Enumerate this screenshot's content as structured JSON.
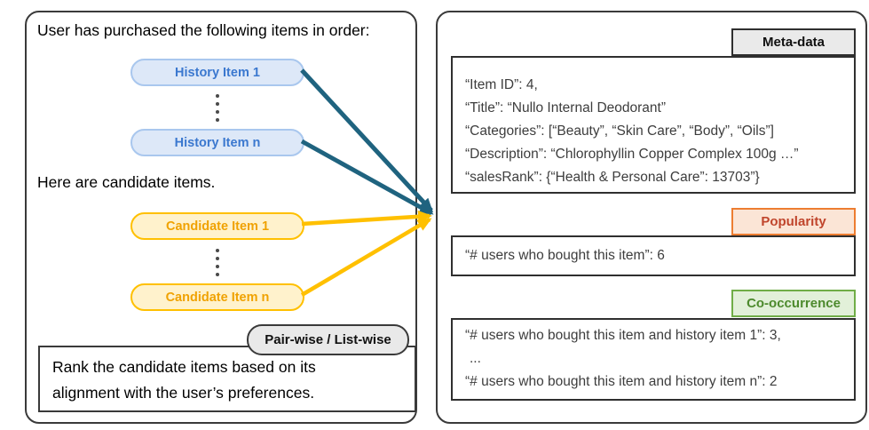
{
  "figure": {
    "left_panel": {
      "intro_text": "User has purchased the following items in order:",
      "history_items": [
        {
          "label": "History Item 1"
        },
        {
          "label": "History Item n"
        }
      ],
      "candidate_intro": "Here are candidate items.",
      "candidate_items": [
        {
          "label": "Candidate Item 1"
        },
        {
          "label": "Candidate Item n"
        }
      ],
      "method_tag": "Pair-wise / List-wise",
      "instruction_lines": [
        "Rank the candidate items based on its",
        "alignment with the user’s preferences."
      ]
    },
    "right_panel": {
      "sections": [
        {
          "label": "Meta-data",
          "lines": [
            "“Item ID”: 4,",
            "“Title”: “Nullo Internal Deodorant”",
            "“Categories”: [“Beauty”, “Skin Care”, “Body”, “Oils”]",
            "“Description”: “Chlorophyllin Copper Complex 100g …”",
            "“salesRank”: {“Health & Personal Care”: 13703”}"
          ]
        },
        {
          "label": "Popularity",
          "lines": [
            "“# users who bought this item”: 6"
          ]
        },
        {
          "label": "Co-occurrence",
          "lines": [
            "“# users who bought this item and history item 1”: 3,",
            "...",
            "“# users who bought this item and history item n”: 2"
          ]
        }
      ]
    },
    "colors": {
      "history_pill_fill": "#dde8f8",
      "history_pill_border": "#a9c7ee",
      "history_text": "#3b78cf",
      "candidate_pill_fill": "#fff2cc",
      "candidate_pill_border": "#ffc000",
      "candidate_text": "#f0a202",
      "history_arrow": "#1f637f",
      "candidate_arrow": "#ffc000",
      "metadata_label_fill": "#eaeaea",
      "popularity_label_fill": "#fbe5d6",
      "popularity_label_border": "#ed7d31",
      "popularity_text": "#c0452c",
      "cooccurrence_label_fill": "#e2f0d9",
      "cooccurrence_label_border": "#70ad47",
      "cooccurrence_text": "#4d8a2d"
    }
  }
}
